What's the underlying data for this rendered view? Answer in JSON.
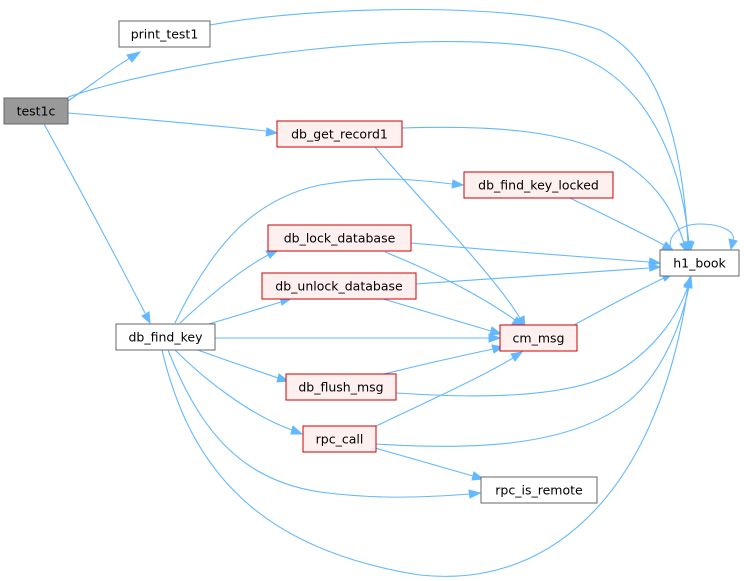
{
  "diagram": {
    "nodes": {
      "test1c": "test1c",
      "print_test1": "print_test1",
      "db_get_record1": "db_get_record1",
      "db_find_key_locked": "db_find_key_locked",
      "db_lock_database": "db_lock_database",
      "h1_book": "h1_book",
      "db_unlock_database": "db_unlock_database",
      "db_find_key": "db_find_key",
      "cm_msg": "cm_msg",
      "db_flush_msg": "db_flush_msg",
      "rpc_call": "rpc_call",
      "rpc_is_remote": "rpc_is_remote"
    },
    "colors": {
      "edge": "#63b8ff",
      "node_border": "#666666",
      "highlight_border": "#cc0000",
      "highlight_fill": "#fff0f0",
      "root_fill": "#999999"
    }
  }
}
